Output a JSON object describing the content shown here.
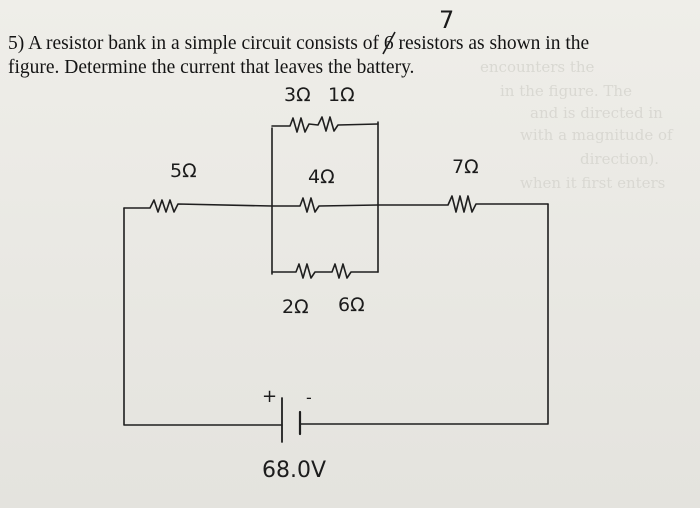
{
  "problem": {
    "number": "5)",
    "text_before": "A resistor bank in a simple circuit consists of",
    "struck_value": "6",
    "handwritten_correction": "7",
    "text_after": "resistors as shown in the",
    "line2": "figure. Determine the current that leaves the battery."
  },
  "ghost_text": [
    "encounters the",
    "in the figure. The",
    "and is directed in",
    "with a magnitude of",
    "direction).",
    "when it first enters"
  ],
  "circuit": {
    "resistors": [
      {
        "id": "R1",
        "label": "5Ω"
      },
      {
        "id": "R2",
        "label": "3Ω"
      },
      {
        "id": "R3",
        "label": "1Ω"
      },
      {
        "id": "R4",
        "label": "4Ω"
      },
      {
        "id": "R5",
        "label": "2Ω"
      },
      {
        "id": "R6",
        "label": "6Ω"
      },
      {
        "id": "R7",
        "label": "7Ω"
      }
    ],
    "battery": {
      "plus": "+",
      "minus": "-",
      "voltage": "68.0V"
    }
  },
  "colors": {
    "ink": "#1c1c1c",
    "paper": "#ecebe6",
    "ghost": "#d6d5cf"
  }
}
